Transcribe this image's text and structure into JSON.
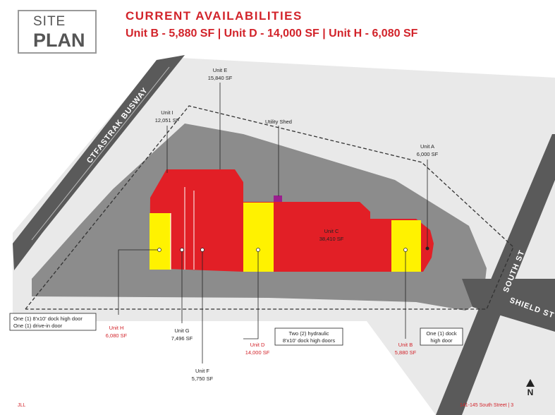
{
  "logo": {
    "line1": "SITE",
    "line2": "PLAN"
  },
  "header": {
    "title": "CURRENT AVAILABILITIES",
    "subtitle": "Unit B - 5,880 SF | Unit D - 14,000 SF | Unit H - 6,080 SF"
  },
  "colors": {
    "occupied": "#e21f26",
    "available": "#fff200",
    "lot": "#8c8c8c",
    "road": "#5a5a5a",
    "accent": "#d2232a"
  },
  "streets": {
    "busway": "CTFASTRAK BUSWAY",
    "south": "SOUTH ST",
    "shield": "SHIELD ST"
  },
  "units": {
    "e": {
      "name": "Unit E",
      "size": "15,840 SF"
    },
    "i": {
      "name": "Unit I",
      "size": "12,051 SF"
    },
    "shed": {
      "name": "Utility Shed"
    },
    "a": {
      "name": "Unit A",
      "size": "6,000 SF"
    },
    "c": {
      "name": "Unit C",
      "size": "38,410 SF"
    },
    "h": {
      "name": "Unit H",
      "size": "6,080 SF",
      "note1": "One (1) 8'x10' dock high door",
      "note2": "One (1) drive-in door"
    },
    "g": {
      "name": "Unit G",
      "size": "7,496 SF"
    },
    "f": {
      "name": "Unit F",
      "size": "5,750 SF"
    },
    "d": {
      "name": "Unit D",
      "size": "14,000 SF",
      "note1": "Two (2) hydraulic",
      "note2": "8'x10' dock high doors"
    },
    "b": {
      "name": "Unit B",
      "size": "5,880 SF",
      "note1": "One (1) dock",
      "note2": "high door"
    }
  },
  "north": "N",
  "footer": {
    "left": "JLL",
    "right": "141-145 South Street | 3"
  }
}
